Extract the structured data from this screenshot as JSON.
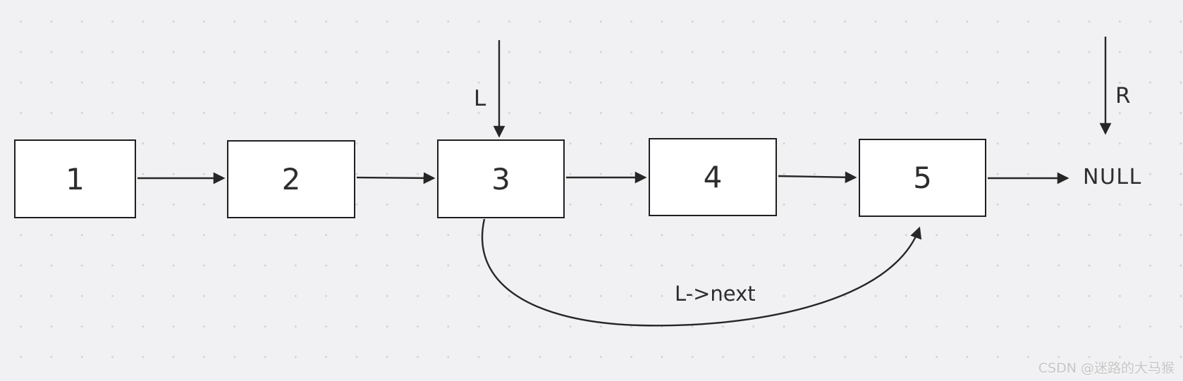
{
  "diagram": {
    "type": "linked-list",
    "nodes": [
      {
        "label": "1"
      },
      {
        "label": "2"
      },
      {
        "label": "3"
      },
      {
        "label": "4"
      },
      {
        "label": "5"
      }
    ],
    "null_label": "NULL",
    "left_pointer_label": "L",
    "right_pointer_label": "R",
    "curve_label": "L->next"
  },
  "watermark": {
    "text": "CSDN @迷路的大马猴"
  },
  "colors": {
    "background": "#f1f1f3",
    "grid_dot": "#d2d2d6",
    "line": "#262626",
    "node_fill": "#ffffff",
    "node_border": "#1f1f1f",
    "text": "#2d2d2d",
    "watermark": "#c6c6c6"
  }
}
